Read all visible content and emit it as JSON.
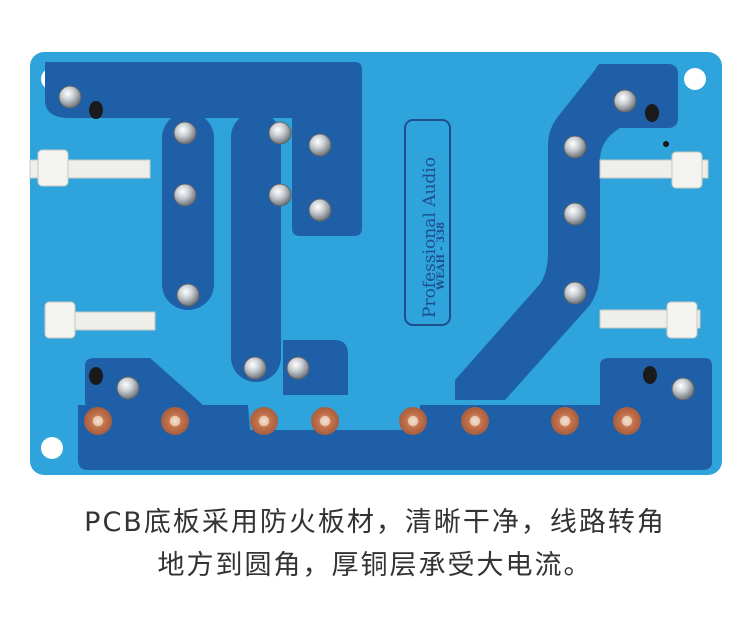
{
  "board": {
    "brand_text": "Professional Audio",
    "model_text": "WEAH - 338"
  },
  "caption": {
    "line1": "PCB底板采用防火板材，清晰干净，线路转角",
    "line2": "地方到圆角，厚铜层承受大电流。"
  },
  "colors": {
    "board_blue": "#2ea3dc",
    "trace_blue": "#1f5fa8",
    "pad_copper": "#c87a55",
    "solder_silver": "#cfd4d8",
    "zip_tie": "#eeeeea",
    "caption_text": "#333333"
  }
}
